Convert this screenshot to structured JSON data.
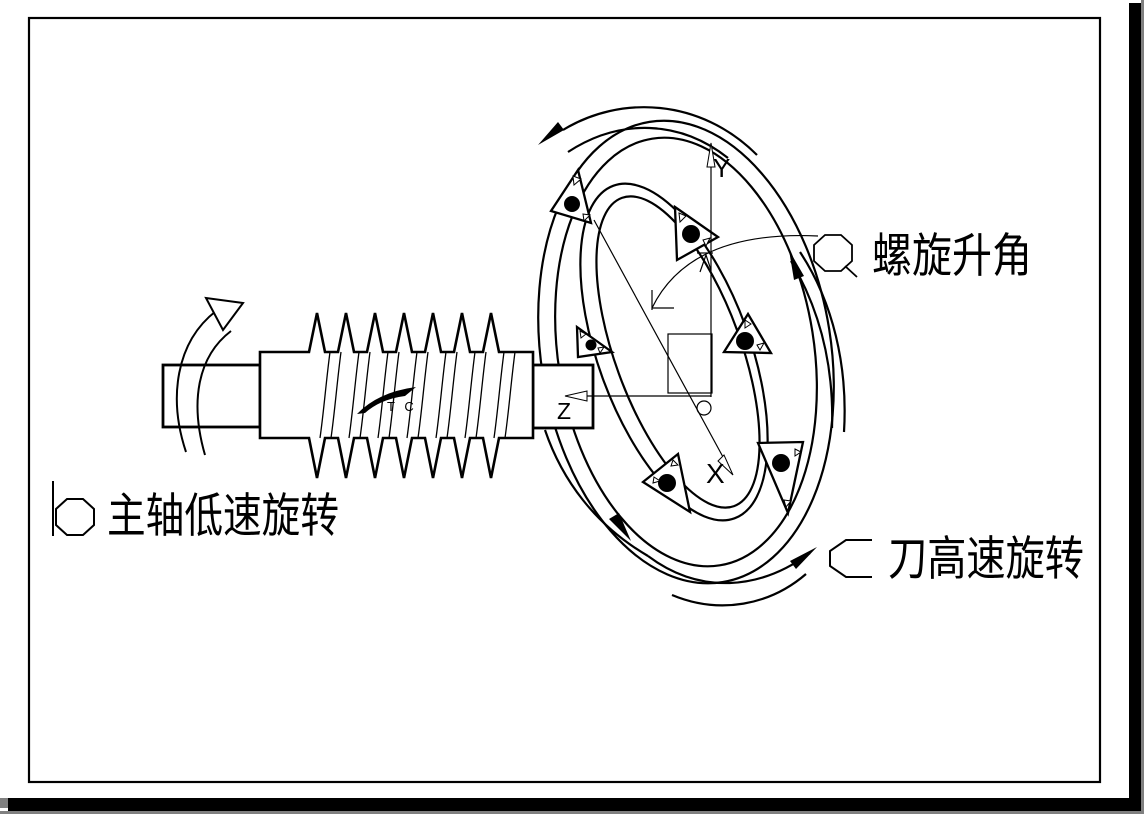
{
  "page": {
    "background": "#ffffff",
    "line_color": "#000000",
    "shadow_color": "#000000",
    "shadow_edge_color": "#808080"
  },
  "labels": {
    "spindle_rotation": "主轴低速旋转",
    "helix_angle": "螺旋升角",
    "cutter_rotation": "刀高速旋转",
    "axis_x": "X",
    "axis_y": "Y",
    "axis_z": "Z",
    "tool_mark": "T C"
  }
}
